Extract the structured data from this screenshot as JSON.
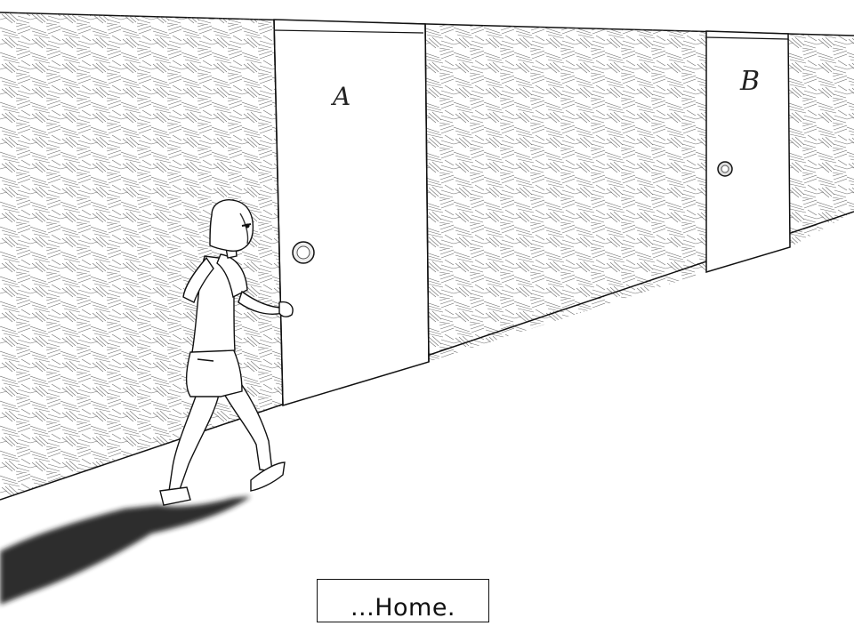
{
  "scene": {
    "door_a_label": "A",
    "door_b_label": "B"
  },
  "dialogue": {
    "text": "...Home."
  },
  "colors": {
    "ink": "#111111",
    "paper": "#ffffff",
    "hatch": "#555555",
    "shadow": "#1a1a1a"
  }
}
